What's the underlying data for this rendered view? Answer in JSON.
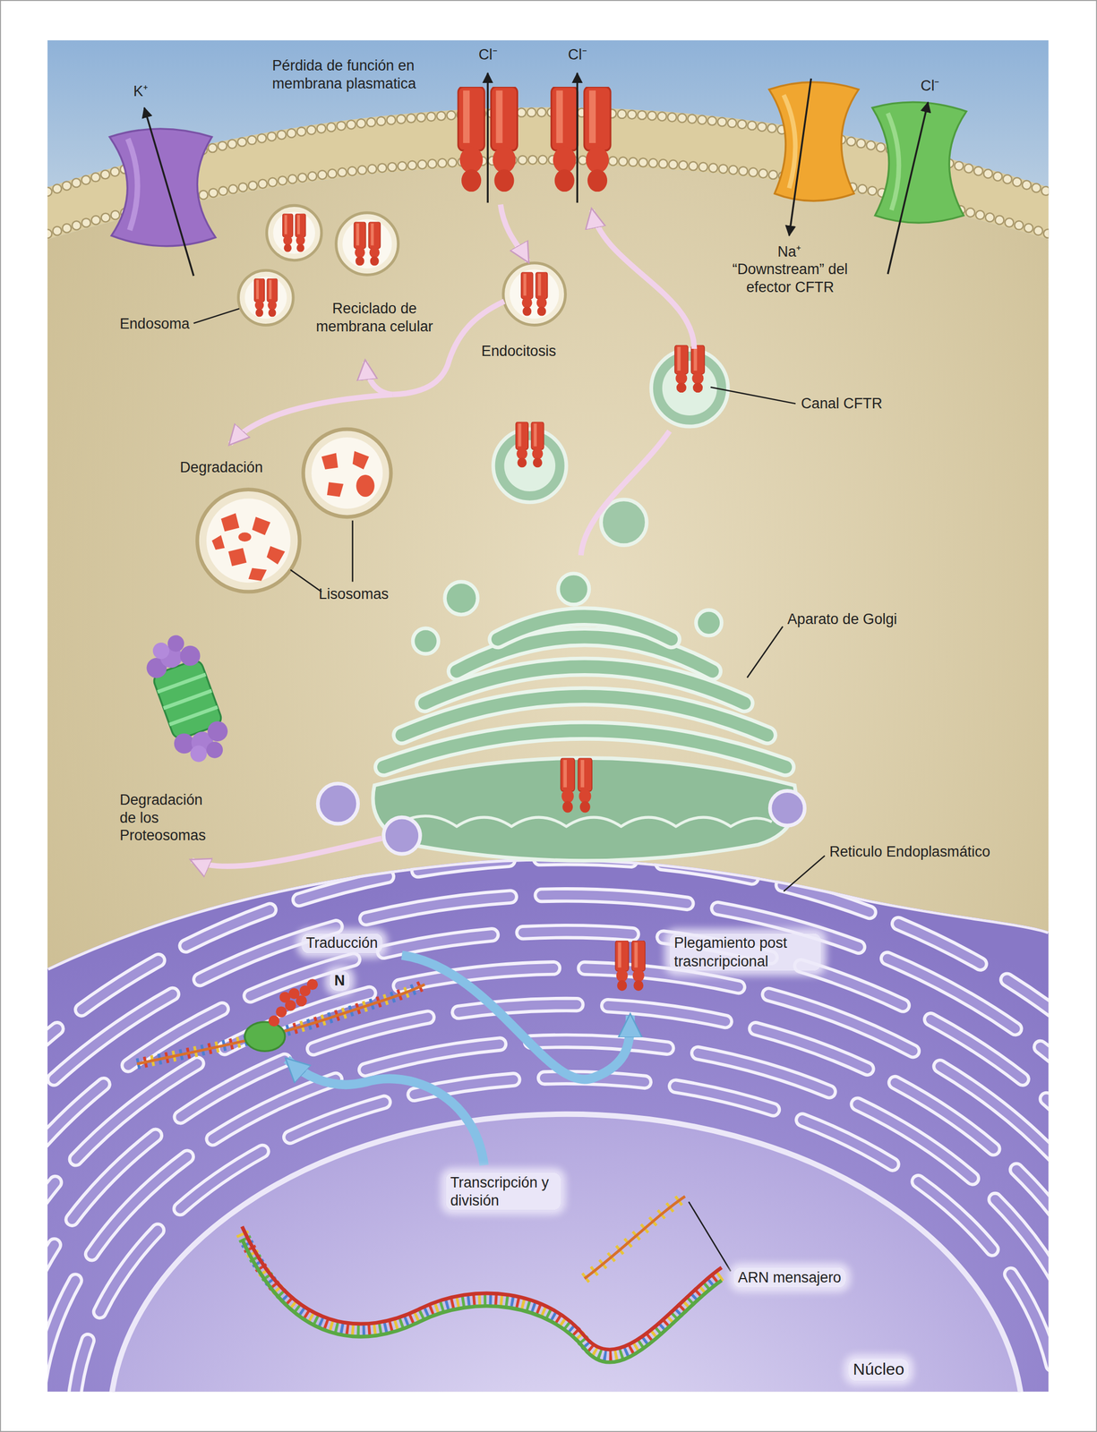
{
  "diagram": {
    "labels": [
      "K⁺",
      "Pérdida de función en membrana plasmatica",
      "Cl⁻",
      "Cl⁻",
      "Cl⁻",
      "Na⁺",
      "“Downstream” del efector CFTR",
      "Endosoma",
      "Reciclado de membrana celular",
      "Endocitosis",
      "Canal CFTR",
      "Degradación",
      "Lisosomas",
      "Aparato de Golgi",
      "Degradación de los Proteosomas",
      "Reticulo Endoplasmático",
      "Traducción",
      "N",
      "Plegamiento post trasncripcional",
      "Transcripción y división",
      "ARN mensajero",
      "Núcleo"
    ]
  }
}
